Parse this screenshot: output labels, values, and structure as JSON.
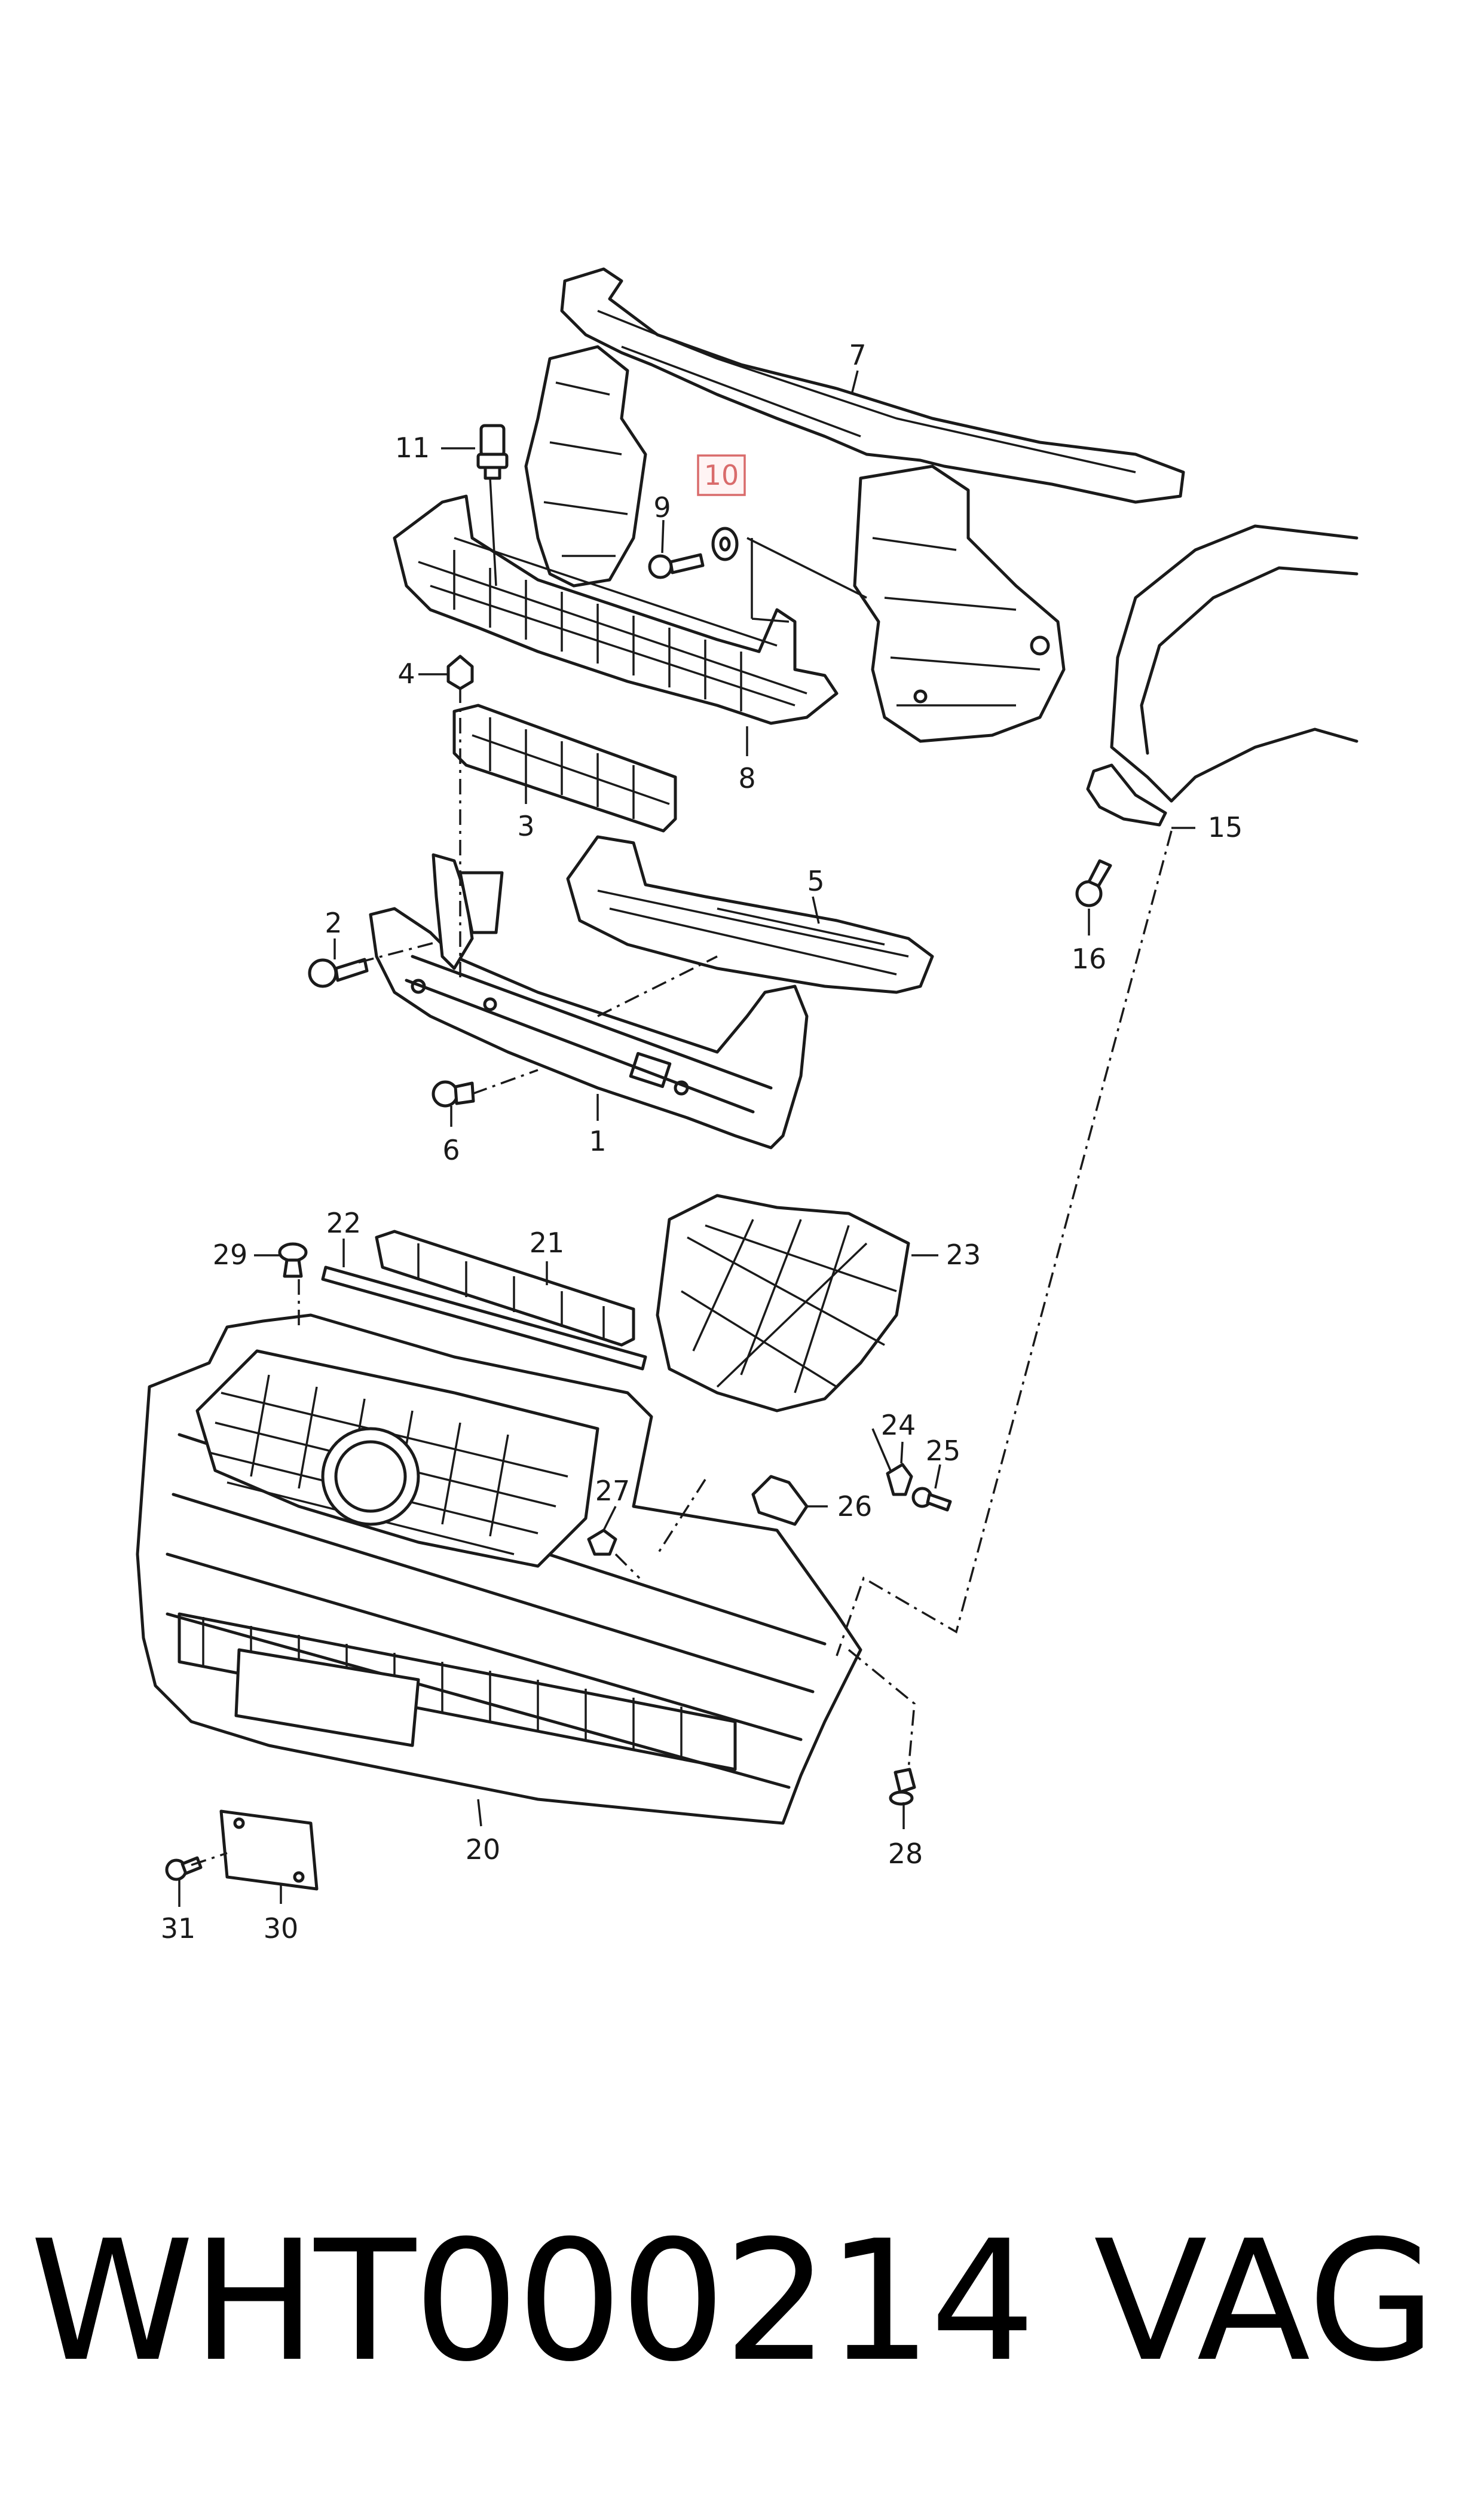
{
  "diagram": {
    "callouts": [
      {
        "id": "1",
        "label": "1"
      },
      {
        "id": "2",
        "label": "2"
      },
      {
        "id": "3",
        "label": "3"
      },
      {
        "id": "4",
        "label": "4"
      },
      {
        "id": "5",
        "label": "5"
      },
      {
        "id": "6",
        "label": "6"
      },
      {
        "id": "7",
        "label": "7"
      },
      {
        "id": "8",
        "label": "8"
      },
      {
        "id": "9",
        "label": "9"
      },
      {
        "id": "10",
        "label": "10",
        "highlighted": true
      },
      {
        "id": "11",
        "label": "11"
      },
      {
        "id": "15",
        "label": "15"
      },
      {
        "id": "16",
        "label": "16"
      },
      {
        "id": "20",
        "label": "20"
      },
      {
        "id": "21",
        "label": "21"
      },
      {
        "id": "22",
        "label": "22"
      },
      {
        "id": "23",
        "label": "23"
      },
      {
        "id": "24",
        "label": "24"
      },
      {
        "id": "25",
        "label": "25"
      },
      {
        "id": "26",
        "label": "26"
      },
      {
        "id": "27",
        "label": "27"
      },
      {
        "id": "28",
        "label": "28"
      },
      {
        "id": "29",
        "label": "29"
      },
      {
        "id": "30",
        "label": "30"
      },
      {
        "id": "31",
        "label": "31"
      }
    ],
    "highlight_color": "#d96b6b"
  },
  "footer": {
    "part_number": "WHT000214",
    "brand": "VAG"
  }
}
